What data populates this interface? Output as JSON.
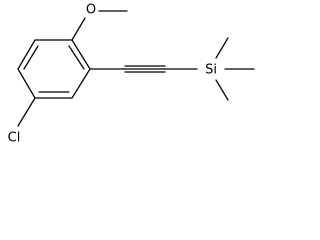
{
  "molecule": {
    "atoms": {
      "oxygen": "O",
      "chlorine": "Cl",
      "silicon": "Si"
    }
  },
  "colors": {
    "bond": "#000000",
    "background": "#ffffff"
  }
}
